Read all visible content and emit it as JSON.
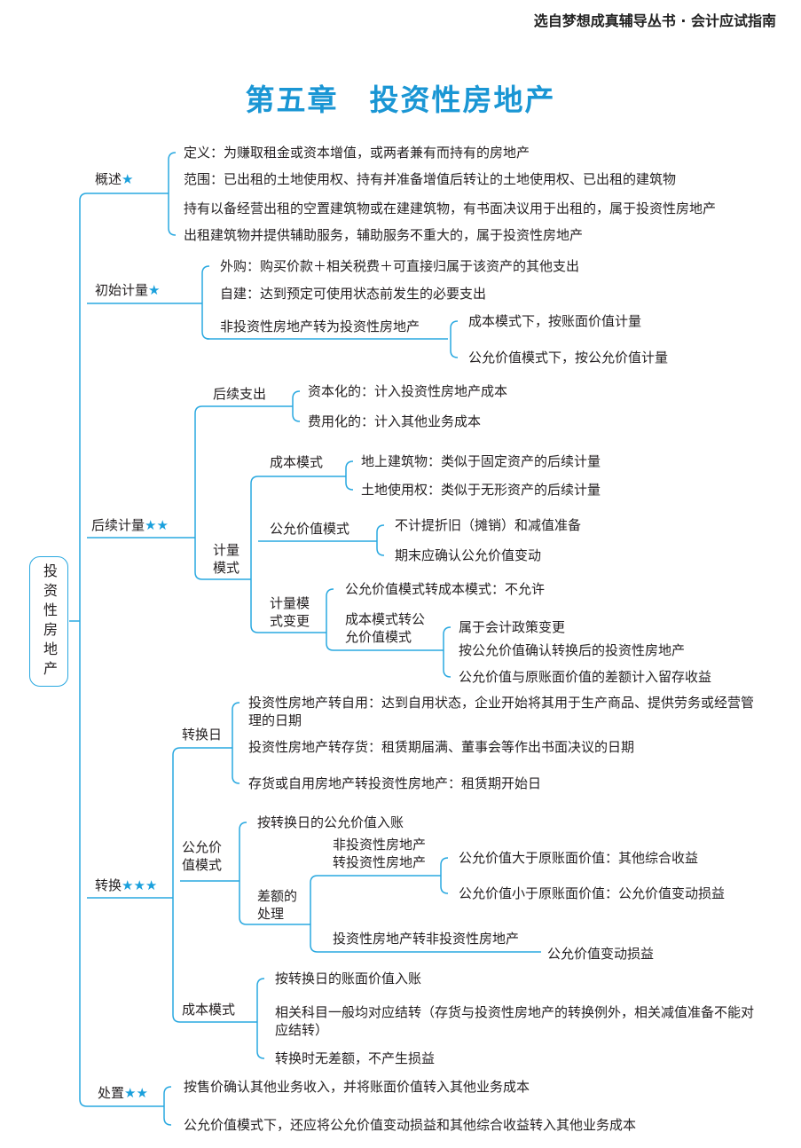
{
  "header": "选自梦想成真辅导丛书 · 会计应试指南",
  "title": "第五章　投资性房地产",
  "root": "投资性房地产",
  "star": "★",
  "colors": {
    "accent": "#1a96d4",
    "line": "#29a8e0",
    "text": "#231f20"
  },
  "overview": {
    "label": "概述",
    "stars": "★",
    "items": [
      "定义：为赚取租金或资本增值，或两者兼有而持有的房地产",
      "范围：已出租的土地使用权、持有并准备增值后转让的土地使用权、已出租的建筑物",
      "持有以备经营出租的空置建筑物或在建建筑物，有书面决议用于出租的，属于投资性房地产",
      "出租建筑物并提供辅助服务，辅助服务不重大的，属于投资性房地产"
    ]
  },
  "initial": {
    "label": "初始计量",
    "stars": "★",
    "items": [
      "外购：购买价款＋相关税费＋可直接归属于该资产的其他支出",
      "自建：达到预定可使用状态前发生的必要支出",
      "非投资性房地产转为投资性房地产"
    ],
    "conversion_items": [
      "成本模式下，按账面价值计量",
      "公允价值模式下，按公允价值计量"
    ]
  },
  "subsequent": {
    "label": "后续计量",
    "stars": "★★",
    "expenditure": {
      "label": "后续支出",
      "items": [
        "资本化的：计入投资性房地产成本",
        "费用化的：计入其他业务成本"
      ]
    },
    "model": {
      "label_1": "计量",
      "label_2": "模式",
      "cost": {
        "label": "成本模式",
        "items": [
          "地上建筑物：类似于固定资产的后续计量",
          "土地使用权：类似于无形资产的后续计量"
        ]
      },
      "fair": {
        "label": "公允价值模式",
        "items": [
          "不计提折旧（摊销）和减值准备",
          "期末应确认公允价值变动"
        ]
      },
      "change": {
        "label_1": "计量模",
        "label_2": "式变更",
        "item_1": "公允价值模式转成本模式：不允许",
        "cost_to_fair_1": "成本模式转公",
        "cost_to_fair_2": "允价值模式",
        "cost_to_fair_items": [
          "属于会计政策变更",
          "按公允价值确认转换后的投资性房地产",
          "公允价值与原账面价值的差额计入留存收益"
        ]
      }
    }
  },
  "conversion": {
    "label": "转换",
    "stars": "★★★",
    "date": {
      "label": "转换日",
      "items": [
        "投资性房地产转自用：达到自用状态，企业开始将其用于生产商品、提供劳务或经营管理的日期",
        "投资性房地产转存货：租赁期届满、董事会等作出书面决议的日期",
        "存货或自用房地产转投资性房地产：租赁期开始日"
      ]
    },
    "fair": {
      "label_1": "公允价",
      "label_2": "值模式",
      "item_1": "按转换日的公允价值入账",
      "diff": {
        "label_1": "差额的",
        "label_2": "处理",
        "to_inv_1": "非投资性房地产",
        "to_inv_2": "转投资性房地产",
        "to_inv_items": [
          "公允价值大于原账面价值：其他综合收益",
          "公允价值小于原账面价值：公允价值变动损益"
        ],
        "from_inv": "投资性房地产转非投资性房地产",
        "from_inv_result": "公允价值变动损益"
      }
    },
    "cost": {
      "label": "成本模式",
      "items": [
        "按转换日的账面价值入账",
        "相关科目一般均对应结转（存货与投资性房地产的转换例外，相关减值准备不能对应结转）",
        "转换时无差额，不产生损益"
      ]
    }
  },
  "disposal": {
    "label": "处置",
    "stars": "★★",
    "items": [
      "按售价确认其他业务收入，并将账面价值转入其他业务成本",
      "公允价值模式下，还应将公允价值变动损益和其他综合收益转入其他业务成本"
    ]
  }
}
